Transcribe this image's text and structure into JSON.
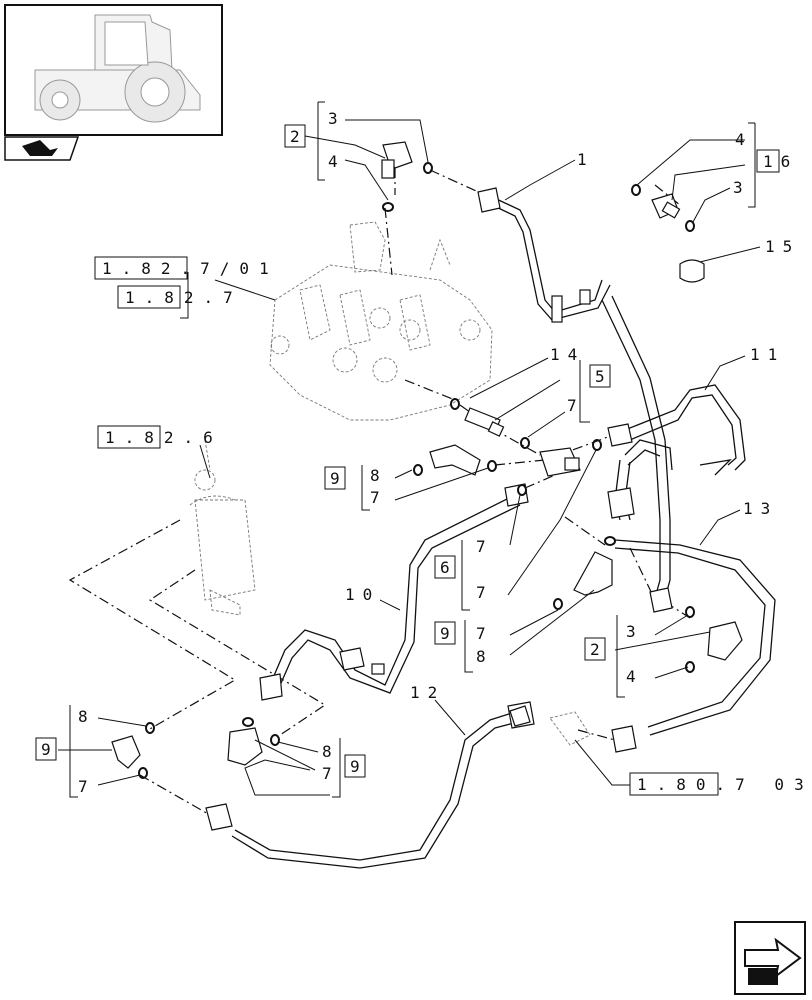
{
  "thumbnail": {
    "icon": "tractor-icon"
  },
  "section_icon": "section-arrow-icon",
  "nav_icon": "next-page-arrow-icon",
  "refs": {
    "r1": "1.82.7/01",
    "r2": "1.82.7",
    "r3": "1.82.6",
    "r4": "1.80.7 03"
  },
  "callouts": {
    "c1": "1",
    "c2": "2",
    "c3": "3",
    "c4": "4",
    "c5": "5",
    "c6": "6",
    "c7": "7",
    "c8": "8",
    "c9": "9",
    "c10": "10",
    "c11": "11",
    "c12": "12",
    "c13": "13",
    "c14": "14",
    "c15": "15",
    "c16": "16"
  }
}
